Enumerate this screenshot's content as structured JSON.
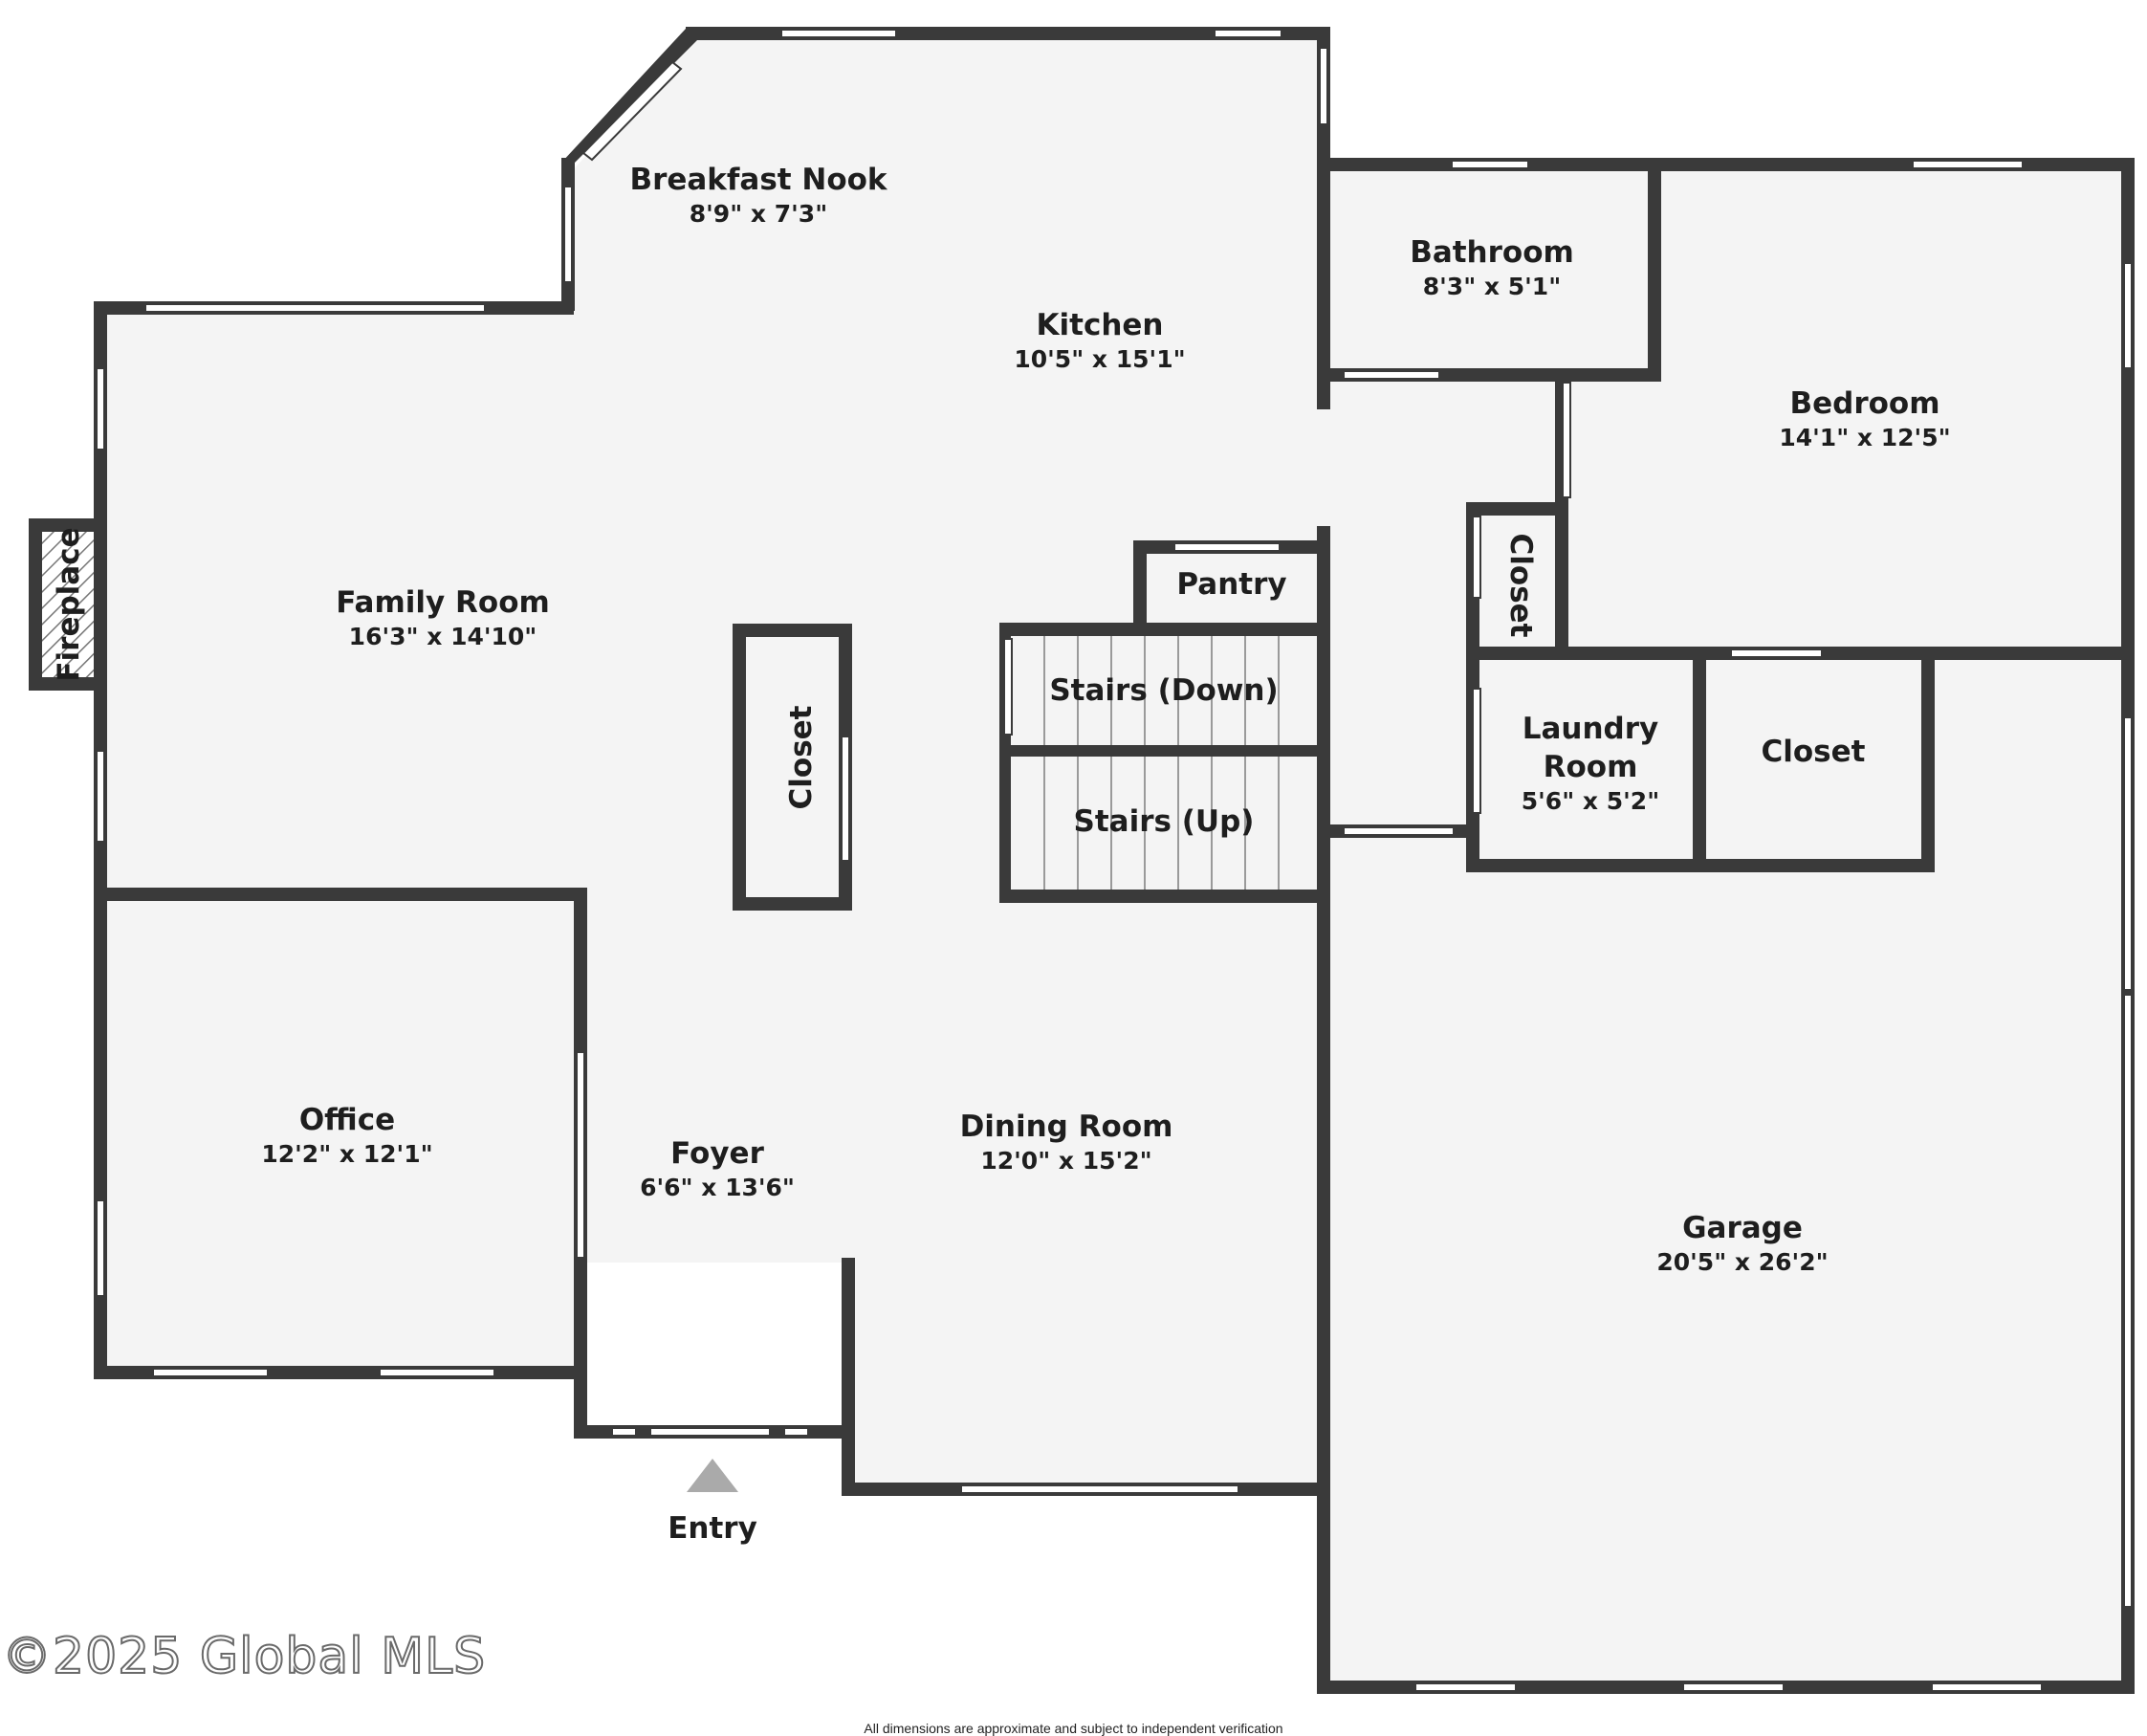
{
  "rooms": {
    "breakfast_nook": {
      "name": "Breakfast Nook",
      "dim": "8'9\" x 7'3\""
    },
    "kitchen": {
      "name": "Kitchen",
      "dim": "10'5\" x 15'1\""
    },
    "bathroom": {
      "name": "Bathroom",
      "dim": "8'3\" x 5'1\""
    },
    "bedroom": {
      "name": "Bedroom",
      "dim": "14'1\" x 12'5\""
    },
    "family_room": {
      "name": "Family Room",
      "dim": "16'3\" x 14'10\""
    },
    "pantry": {
      "name": "Pantry"
    },
    "stairs_down": {
      "name": "Stairs (Down)"
    },
    "stairs_up": {
      "name": "Stairs (Up)"
    },
    "closet_center": {
      "name": "Closet"
    },
    "closet_bedroom": {
      "name": "Closet"
    },
    "closet_laundry": {
      "name": "Closet"
    },
    "laundry_room": {
      "name_line1": "Laundry",
      "name_line2": "Room",
      "dim": "5'6\" x 5'2\""
    },
    "fireplace": {
      "name": "Fireplace"
    },
    "office": {
      "name": "Office",
      "dim": "12'2\" x 12'1\""
    },
    "foyer": {
      "name": "Foyer",
      "dim": "6'6\" x 13'6\""
    },
    "dining_room": {
      "name": "Dining Room",
      "dim": "12'0\" x 15'2\""
    },
    "garage": {
      "name": "Garage",
      "dim": "20'5\" x 26'2\""
    }
  },
  "entry": {
    "label": "Entry"
  },
  "copyright": "©2025 Global MLS",
  "disclaimer": "All dimensions are approximate and subject to independent verification",
  "colors": {
    "wall": "#3a3a3a",
    "floor": "#f4f4f4",
    "window": "#ffffff",
    "entry_arrow": "#aaaaaa"
  }
}
